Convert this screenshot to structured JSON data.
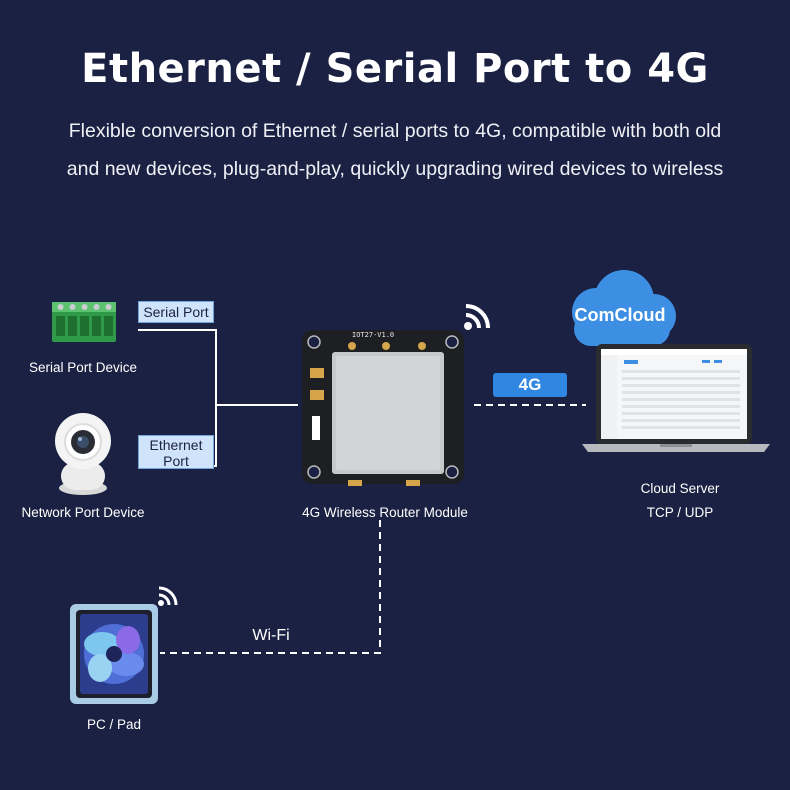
{
  "title": "Ethernet / Serial Port to 4G",
  "subtitle_line1": "Flexible conversion of Ethernet / serial ports to 4G, compatible with both old",
  "subtitle_line2": "and new devices, plug-and-play, quickly upgrading wired devices to wireless",
  "devices": {
    "serial": {
      "label": "Serial Port Device",
      "port_tag": "Serial Port"
    },
    "network": {
      "label": "Network Port Device",
      "port_tag_line1": "Ethernet",
      "port_tag_line2": "Port"
    },
    "module": {
      "label": "4G Wireless Router Module",
      "chip_text": "IOT27-V1.0"
    },
    "cloud": {
      "name": "ComCloud",
      "label_line1": "Cloud Server",
      "label_line2": "TCP / UDP"
    },
    "pad": {
      "label": "PC / Pad"
    }
  },
  "links": {
    "cellular": "4G",
    "wifi": "Wi-Fi"
  },
  "colors": {
    "background": "#1b2142",
    "cloud": "#3d8fe3",
    "tag": "#cfe4fb",
    "cellular_badge": "#2f87e2"
  }
}
